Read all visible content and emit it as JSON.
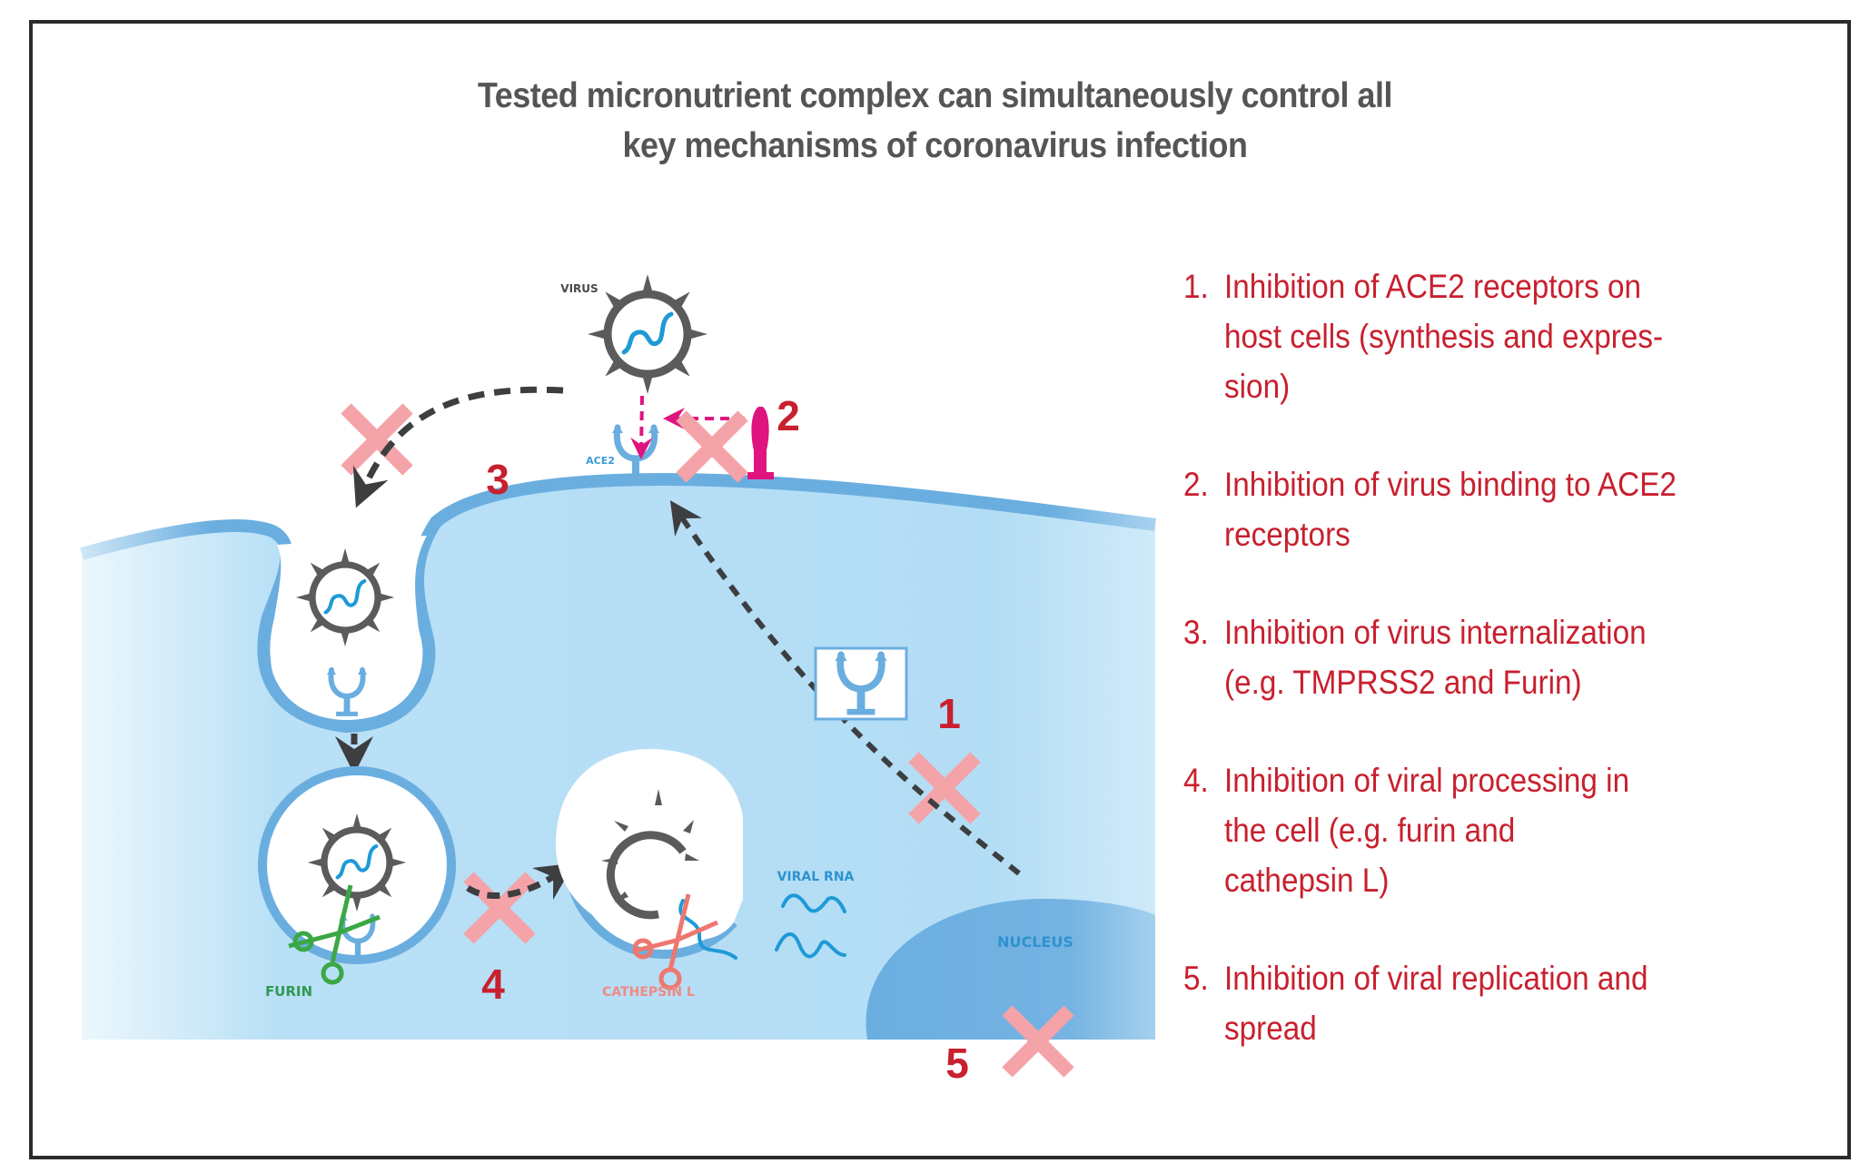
{
  "title": {
    "line1": "Tested micronutrient complex can simultaneously control all",
    "line2": "key mechanisms of coronavirus infection"
  },
  "diagram": {
    "labels": {
      "virus": "VIRUS",
      "ace2": "ACE2",
      "furin": "FURIN",
      "cathepsin": "CATHEPSIN L",
      "viral_rna": "VIRAL RNA",
      "nucleus": "NUCLEUS"
    },
    "markers": {
      "m1": "1",
      "m2": "2",
      "m3": "3",
      "m4": "4",
      "m5": "5"
    },
    "colors": {
      "membrane": "#6aaee0",
      "cytoplasm": "#b5def5",
      "nucleus": "#6fb0e0",
      "virus_shell": "#5a5b5d",
      "rna": "#1e9ad6",
      "block_x": "#f4a3a8",
      "inhibitor": "#e0147f",
      "furin": "#3aa845",
      "cathepsin": "#ee7770",
      "accent_red": "#c8202e"
    }
  },
  "mechanisms": [
    {
      "number": "1.",
      "text": "Inhibition of ACE2 receptors on\nhost cells (synthesis and expres-\nsion)"
    },
    {
      "number": "2.",
      "text": "Inhibition of virus binding to ACE2\nreceptors"
    },
    {
      "number": "3.",
      "text": "Inhibition of virus internalization\n(e.g. TMPRSS2 and Furin)"
    },
    {
      "number": "4.",
      "text": "Inhibition of viral processing in\nthe cell (e.g. furin and\ncathepsin L)"
    },
    {
      "number": "5.",
      "text": "Inhibition of viral replication and\nspread"
    }
  ]
}
